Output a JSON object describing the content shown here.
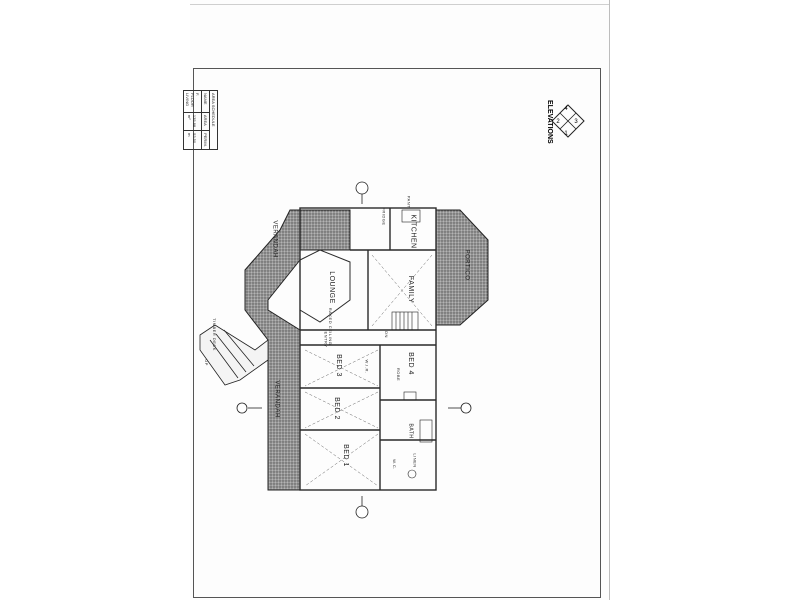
{
  "elevations_label": "ELEVATIONS",
  "elevation_markers": [
    "4",
    "3",
    "1",
    "2"
  ],
  "area_schedule": {
    "title": "AREA SCHEDULE",
    "headers": [
      "NAME",
      "AREA",
      "PERIM."
    ],
    "rows": [
      [
        "F. FLOOR LIVING",
        "135.88 m²",
        "53.50 m"
      ]
    ]
  },
  "rooms": {
    "kitchen": "KITCHEN",
    "family": "FAMILY",
    "lounge": "LOUNGE",
    "bed1": "BED 1",
    "bed2": "BED 2",
    "bed3": "BED 3",
    "bed4": "BED 4",
    "bath": "BATH",
    "verandah_top": "VERANDAH",
    "verandah_left": "VERANDAH",
    "portico": "PORTICO"
  },
  "small_labels": {
    "entry": "ENTRY",
    "up": "UP",
    "dn": "DN",
    "wir": "W.I.R.",
    "robe": "ROBE",
    "linen": "LINEN",
    "wc": "W.C.",
    "fridge": "FRIDGE",
    "pantry": "PANT.",
    "raked_ceiling": "RAKED CEILING",
    "timber_deck": "TIMBER DECK"
  },
  "colors": {
    "hatch": "#8a8a8a",
    "walls": "#2a2a2a",
    "frame": "#555555"
  }
}
